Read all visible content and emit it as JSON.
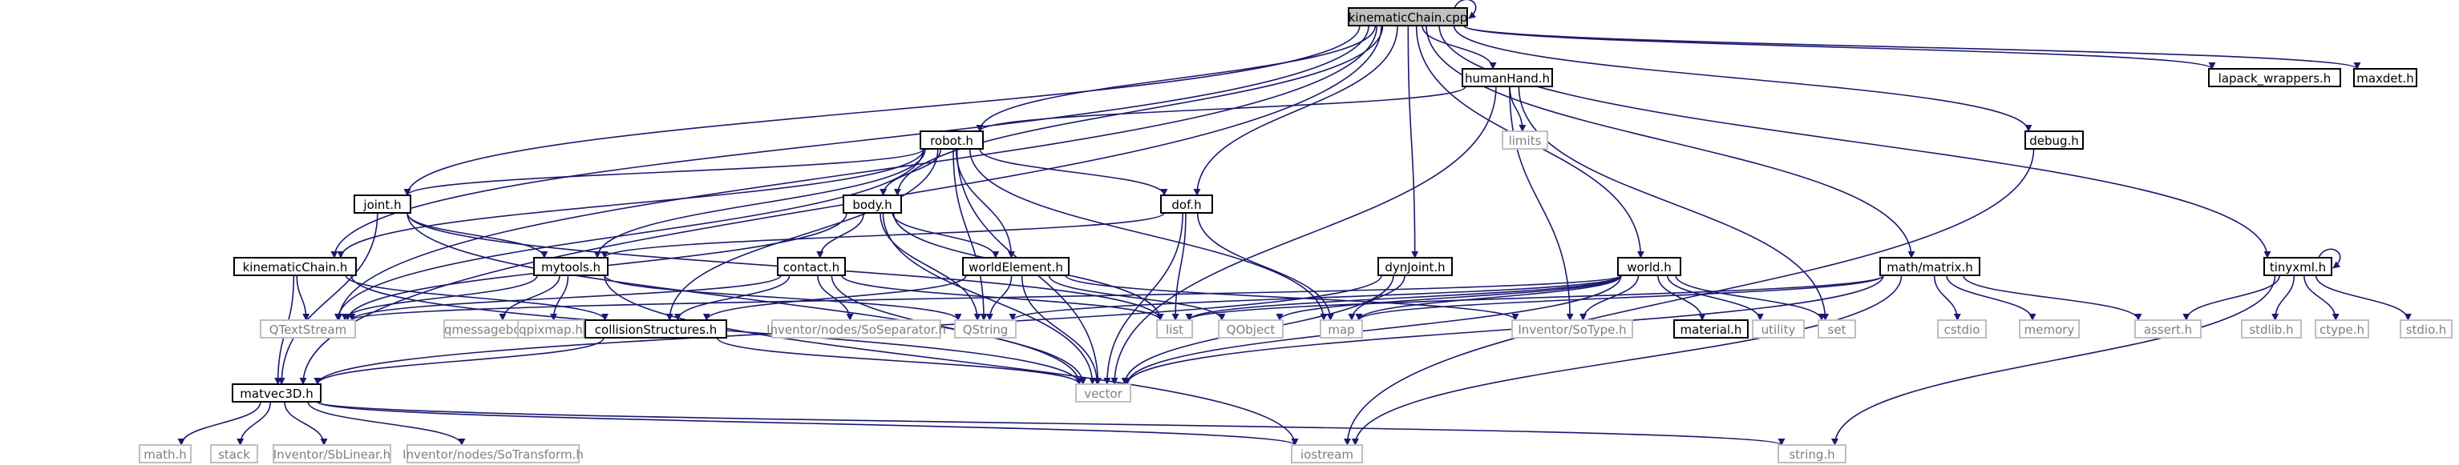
{
  "colors": {
    "edge": "#191970",
    "root_fill": "#bfbfbf",
    "node_fill": "#ffffff",
    "node_border": "#000000",
    "system_border": "#bfbfbf",
    "text": "#000000",
    "system_text": "#7f7f7f"
  },
  "nodes": {
    "kinematicChain_cpp": "kinematicChain.cpp",
    "humanHand_h": "humanHand.h",
    "robot_h": "robot.h",
    "body_h": "body.h",
    "dof_h": "dof.h",
    "joint_h": "joint.h",
    "kinematicChain_h": "kinematicChain.h",
    "mytools_h": "mytools.h",
    "contact_h": "contact.h",
    "worldElement_h": "worldElement.h",
    "collisionStructures_h": "collisionStructures.h",
    "dynJoint_h": "dynJoint.h",
    "world_h": "world.h",
    "matrix_h": "math/matrix.h",
    "debug_h": "debug.h",
    "lapack_wrappers_h": "lapack_wrappers.h",
    "maxdet_h": "maxdet.h",
    "tinyxml_h": "tinyxml.h",
    "matvec3D_h": "matvec3D.h",
    "material_h": "material.h",
    "limits": "limits",
    "QTextStream": "QTextStream",
    "qmessagebox_h": "qmessagebox.h",
    "qpixmap_h": "qpixmap.h",
    "SoSeparator_h": "Inventor/nodes/SoSeparator.h",
    "QString": "QString",
    "list": "list",
    "QObject": "QObject",
    "map": "map",
    "SoType_h": "Inventor/SoType.h",
    "utility": "utility",
    "set": "set",
    "cstdio": "cstdio",
    "memory": "memory",
    "assert_h": "assert.h",
    "stdlib_h": "stdlib.h",
    "ctype_h": "ctype.h",
    "stdio_h": "stdio.h",
    "vector": "vector",
    "math_h": "math.h",
    "stack": "stack",
    "SbLinear_h": "Inventor/SbLinear.h",
    "SoTransform_h": "Inventor/nodes/SoTransform.h",
    "iostream": "iostream",
    "string_h": "string.h"
  }
}
